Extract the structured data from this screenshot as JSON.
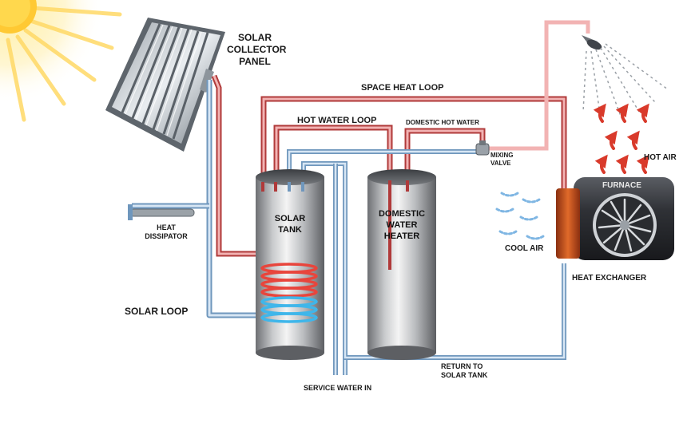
{
  "labels": {
    "solar_collector_panel": [
      "SOLAR",
      "COLLECTOR",
      "PANEL"
    ],
    "space_heat_loop": "SPACE HEAT LOOP",
    "hot_water_loop": "HOT WATER LOOP",
    "domestic_hot_water": "DOMESTIC HOT WATER",
    "mixing_valve": [
      "MIXING",
      "VALVE"
    ],
    "hot_air": "HOT AIR",
    "furnace": "FURNACE",
    "heat_dissipator": [
      "HEAT",
      "DISSIPATOR"
    ],
    "solar_tank": [
      "SOLAR",
      "TANK"
    ],
    "domestic_water_heater": [
      "DOMESTIC",
      "WATER",
      "HEATER"
    ],
    "cool_air": "COOL AIR",
    "heat_exchanger": "HEAT EXCHANGER",
    "solar_loop": "SOLAR LOOP",
    "return_to_solar_tank": [
      "RETURN TO",
      "SOLAR TANK"
    ],
    "service_water_in": "SERVICE WATER IN"
  },
  "colors": {
    "hot_pipe": "#b03a3a",
    "hot_pipe_light": "#f2b3b3",
    "cold_pipe": "#6f97bd",
    "cold_pipe_light": "#d7e6f4",
    "hot_coil": "#e8453c",
    "cold_coil": "#3fb6ea",
    "sun": "#ffcc33",
    "furnace_body": "#2b2d31",
    "heat_plate": "#c9541c",
    "air_arrow_hot": "#d93a2b",
    "air_arrow_cool": "#7fb6e3"
  },
  "icons": [
    "sun-icon",
    "shower-head-icon",
    "fan-icon"
  ]
}
